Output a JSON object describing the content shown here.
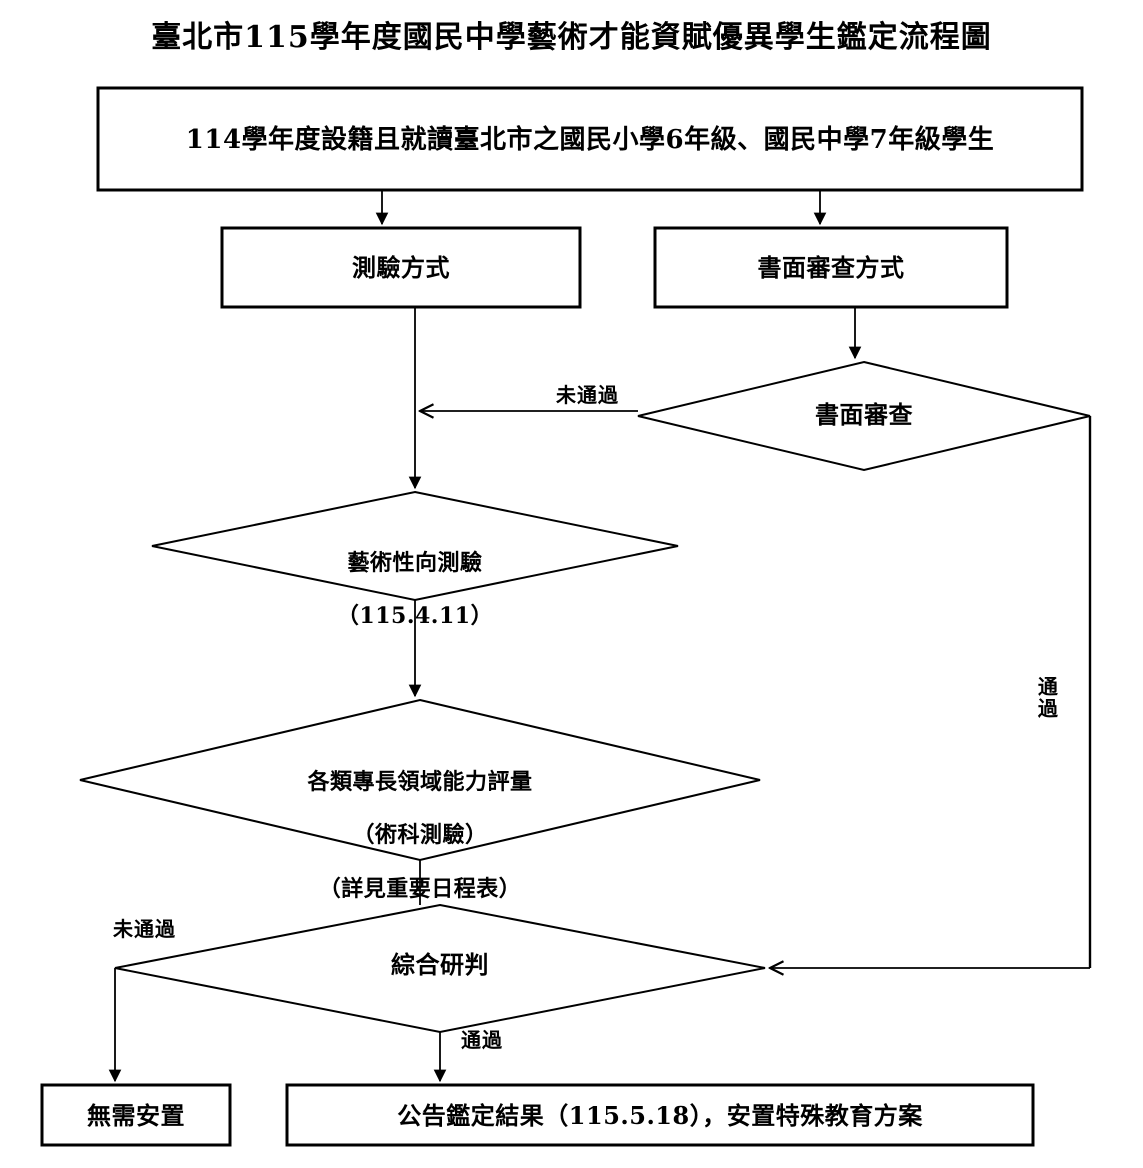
{
  "title": "臺北市115學年度國民中學藝術才能資賦優異學生鑑定流程圖",
  "colors": {
    "background": "#ffffff",
    "stroke": "#000000",
    "text": "#000000"
  },
  "nodes": {
    "start": {
      "shape": "rect",
      "label": "114學年度設籍且就讀臺北市之國民小學6年級、國民中學7年級學生"
    },
    "test_method": {
      "shape": "rect",
      "label": "測驗方式"
    },
    "paper_review_method": {
      "shape": "rect",
      "label": "書面審查方式"
    },
    "paper_review": {
      "shape": "diamond",
      "label": "書面審查"
    },
    "aptitude_test": {
      "shape": "diamond",
      "line1": "藝術性向測驗",
      "line2": "（115.4.11）"
    },
    "domain_assessment": {
      "shape": "diamond",
      "line1": "各類專長領域能力評量",
      "line2": "（術科測驗）",
      "line3": "（詳見重要日程表）"
    },
    "comprehensive_judgement": {
      "shape": "diamond",
      "label": "綜合研判"
    },
    "no_placement": {
      "shape": "rect",
      "label": "無需安置"
    },
    "announce_result": {
      "shape": "rect",
      "label": "公告鑑定結果（115.5.18），安置特殊教育方案"
    }
  },
  "edge_labels": {
    "paper_review_fail": "未通過",
    "paper_review_pass": "通過",
    "judgement_fail": "未通過",
    "judgement_pass": "通過"
  }
}
